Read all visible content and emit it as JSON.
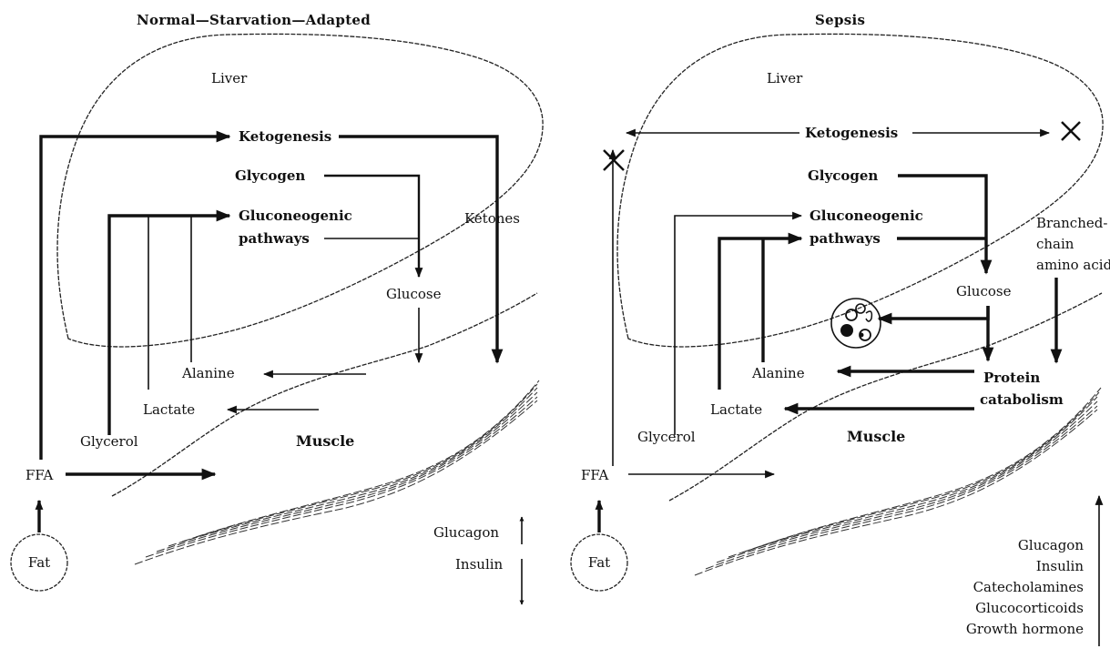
{
  "left_panel": {
    "title": "Normal—Starvation—Adapted",
    "liver": "Liver",
    "ketogenesis": "Ketogenesis",
    "glycogen": "Glycogen",
    "gluconeogenic_line1": "Gluconeogenic",
    "gluconeogenic_line2": "pathways",
    "ketones": "Ketones",
    "glucose": "Glucose",
    "alanine": "Alanine",
    "lactate": "Lactate",
    "glycerol": "Glycerol",
    "muscle": "Muscle",
    "ffa": "FFA",
    "fat": "Fat",
    "glucagon": "Glucagon",
    "insulin": "Insulin"
  },
  "right_panel": {
    "title": "Sepsis",
    "liver": "Liver",
    "ketogenesis": "Ketogenesis",
    "glycogen": "Glycogen",
    "gluconeogenic_line1": "Gluconeogenic",
    "gluconeogenic_line2": "pathways",
    "bcaa_line1": "Branched-",
    "bcaa_line2": "chain",
    "bcaa_line3": "amino acids",
    "glucose": "Glucose",
    "alanine": "Alanine",
    "lactate": "Lactate",
    "protein_line1": "Protein",
    "protein_line2": "catabolism",
    "glycerol": "Glycerol",
    "muscle": "Muscle",
    "ffa": "FFA",
    "fat": "Fat",
    "hormones": [
      "Glucagon",
      "Insulin",
      "Catecholamines",
      "Glucocorticoids",
      "Growth hormone"
    ]
  }
}
